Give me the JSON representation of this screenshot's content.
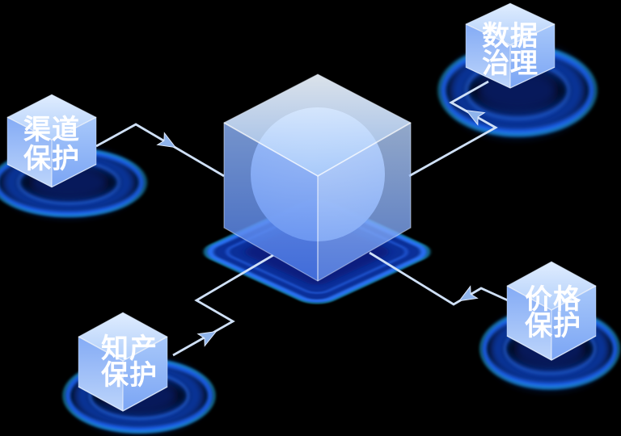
{
  "colors": {
    "background": "#000000",
    "line": "#cfe0f7",
    "arrow": "#8fb4ec",
    "label_text": "#ffffff",
    "glow_blue": "#1b62f0",
    "glow_cyan": "#29d4ff"
  },
  "nodes": [
    {
      "id": "channel-protection",
      "line1": "渠道",
      "line2": "保护"
    },
    {
      "id": "data-governance",
      "line1": "数据",
      "line2": "治理"
    },
    {
      "id": "ip-protection",
      "line1": "知产",
      "line2": "保护"
    },
    {
      "id": "price-protection",
      "line1": "价格",
      "line2": "保护"
    }
  ],
  "connections": [
    {
      "from": "channel-protection",
      "to": "center-cube"
    },
    {
      "from": "center-cube",
      "to": "data-governance"
    },
    {
      "from": "ip-protection",
      "to": "center-cube"
    },
    {
      "from": "price-protection",
      "to": "center-cube"
    }
  ]
}
